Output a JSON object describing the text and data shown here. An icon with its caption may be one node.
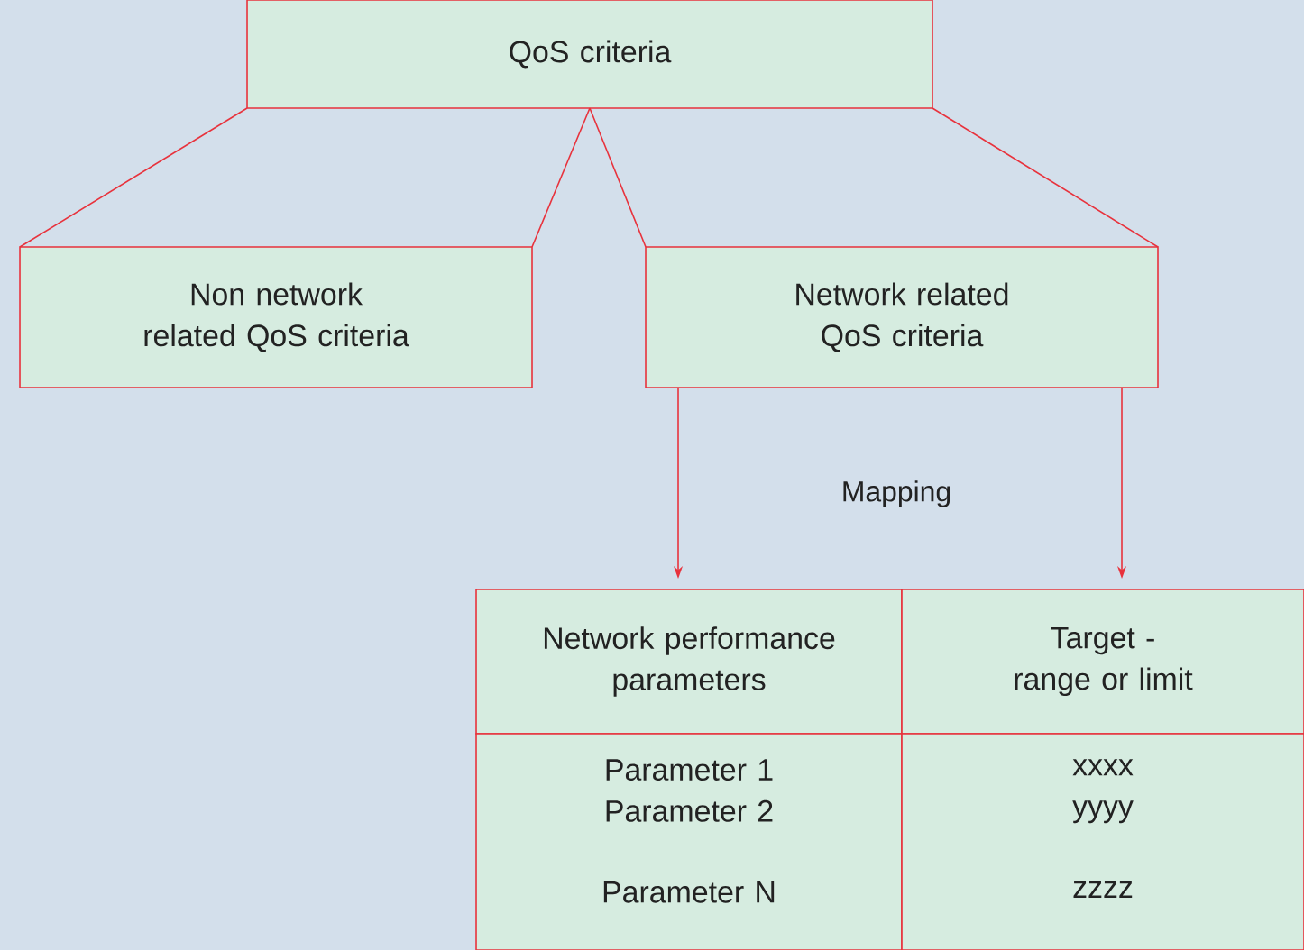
{
  "diagram": {
    "nodes": [
      {
        "text": [
          "QoS criteria"
        ]
      },
      {
        "text": [
          "Non network related QoS criteria"
        ]
      },
      {
        "text": [
          "Network related QoS criteria"
        ]
      },
      {
        "text": [
          "Network performance parameters"
        ]
      },
      {
        "text": [
          "Target - range or limit"
        ]
      },
      {
        "text": [
          "Parameter 1",
          "Parameter 2",
          "Parameter N"
        ]
      },
      {
        "text": [
          "xxxx",
          "yyyy",
          "zzzz"
        ]
      }
    ],
    "edges": [
      {
        "from": 0,
        "to": 1,
        "arrow": "none"
      },
      {
        "from": 0,
        "to": 1,
        "arrow": "none"
      },
      {
        "from": 0,
        "to": 2,
        "arrow": "none"
      },
      {
        "from": 0,
        "to": 2,
        "arrow": "none"
      },
      {
        "from": 2,
        "to": 3,
        "arrow": "to"
      },
      {
        "from": 2,
        "to": 4,
        "arrow": "to"
      }
    ],
    "labels": [
      "Mapping"
    ]
  }
}
